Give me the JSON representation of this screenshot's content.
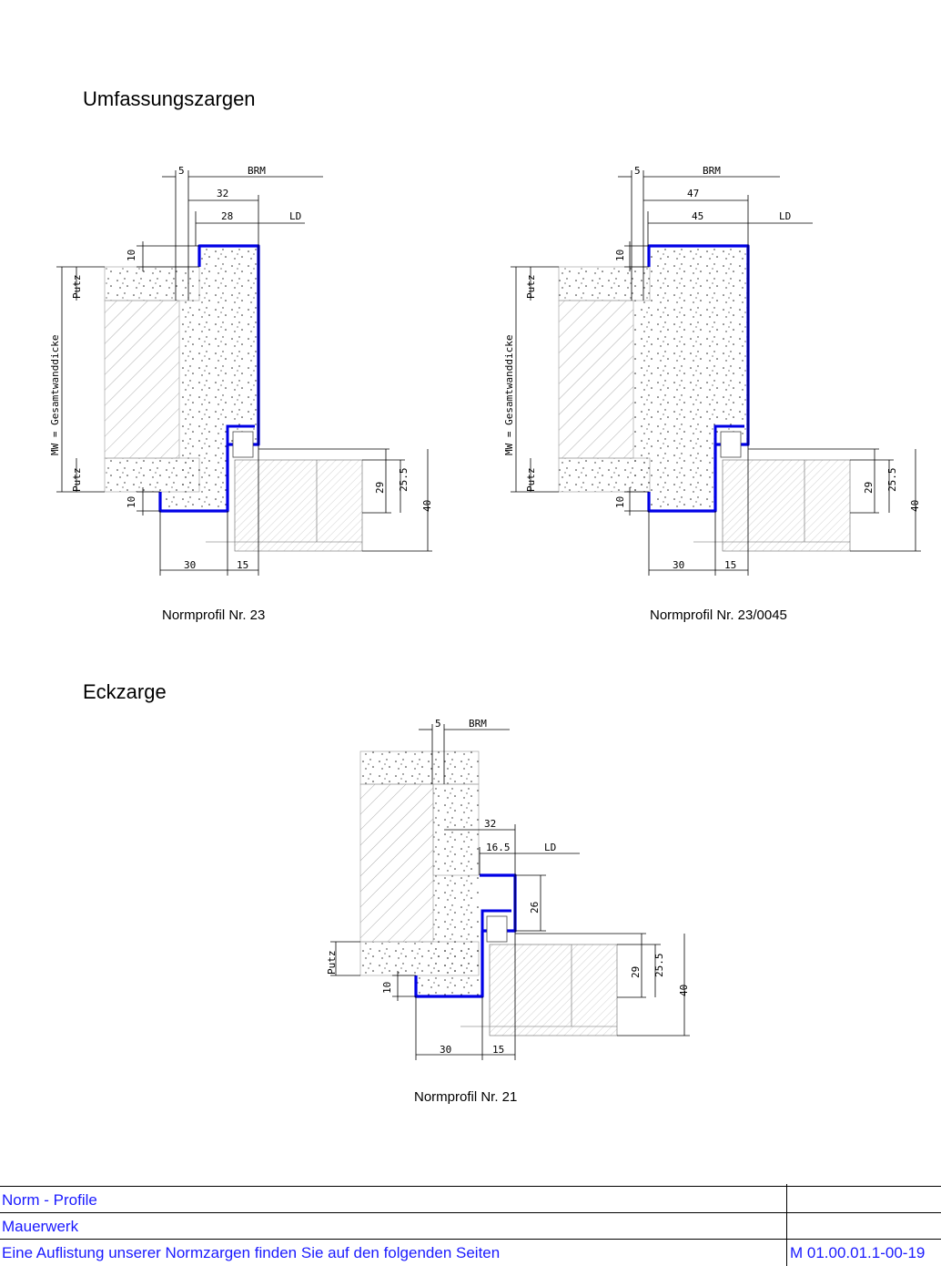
{
  "headings": {
    "main": "Umfassungszargen",
    "corner": "Eckzarge"
  },
  "profiles": [
    {
      "caption": "Normprofil Nr. 23",
      "dims": {
        "top_offset": "5",
        "brm": "BRM",
        "width_outer": "32",
        "width_inner": "28",
        "ld": "LD",
        "top_edge": "10",
        "bottom_edge": "10",
        "putz_top": "Putz",
        "putz_bottom": "Putz",
        "wall": "MW = Gesamtwanddicke",
        "rebate": "30",
        "rebate2": "15",
        "door_a": "29",
        "door_b": "25.5",
        "door_c": "40"
      }
    },
    {
      "caption": "Normprofil Nr. 23/0045",
      "dims": {
        "top_offset": "5",
        "brm": "BRM",
        "width_outer": "47",
        "width_inner": "45",
        "ld": "LD",
        "top_edge": "10",
        "bottom_edge": "10",
        "putz_top": "Putz",
        "putz_bottom": "Putz",
        "wall": "MW = Gesamtwanddicke",
        "rebate": "30",
        "rebate2": "15",
        "door_a": "29",
        "door_b": "25.5",
        "door_c": "40"
      }
    },
    {
      "caption": "Normprofil Nr. 21",
      "dims": {
        "top_offset": "5",
        "brm": "BRM",
        "width_outer": "32",
        "width_inner": "16.5",
        "ld": "LD",
        "height": "26",
        "bottom_edge": "10",
        "putz_bottom": "Putz",
        "rebate": "30",
        "rebate2": "15",
        "door_a": "29",
        "door_b": "25.5",
        "door_c": "40"
      }
    }
  ],
  "footer": {
    "row1": "Norm - Profile",
    "row2": "Mauerwerk",
    "row3": "Eine Auflistung unserer Normzargen finden Sie auf den folgenden Seiten",
    "doc_number": "M 01.00.01.1-00-19"
  },
  "colors": {
    "profile": "#0000e6",
    "line": "#000000",
    "text_footer": "#1a1aff"
  }
}
